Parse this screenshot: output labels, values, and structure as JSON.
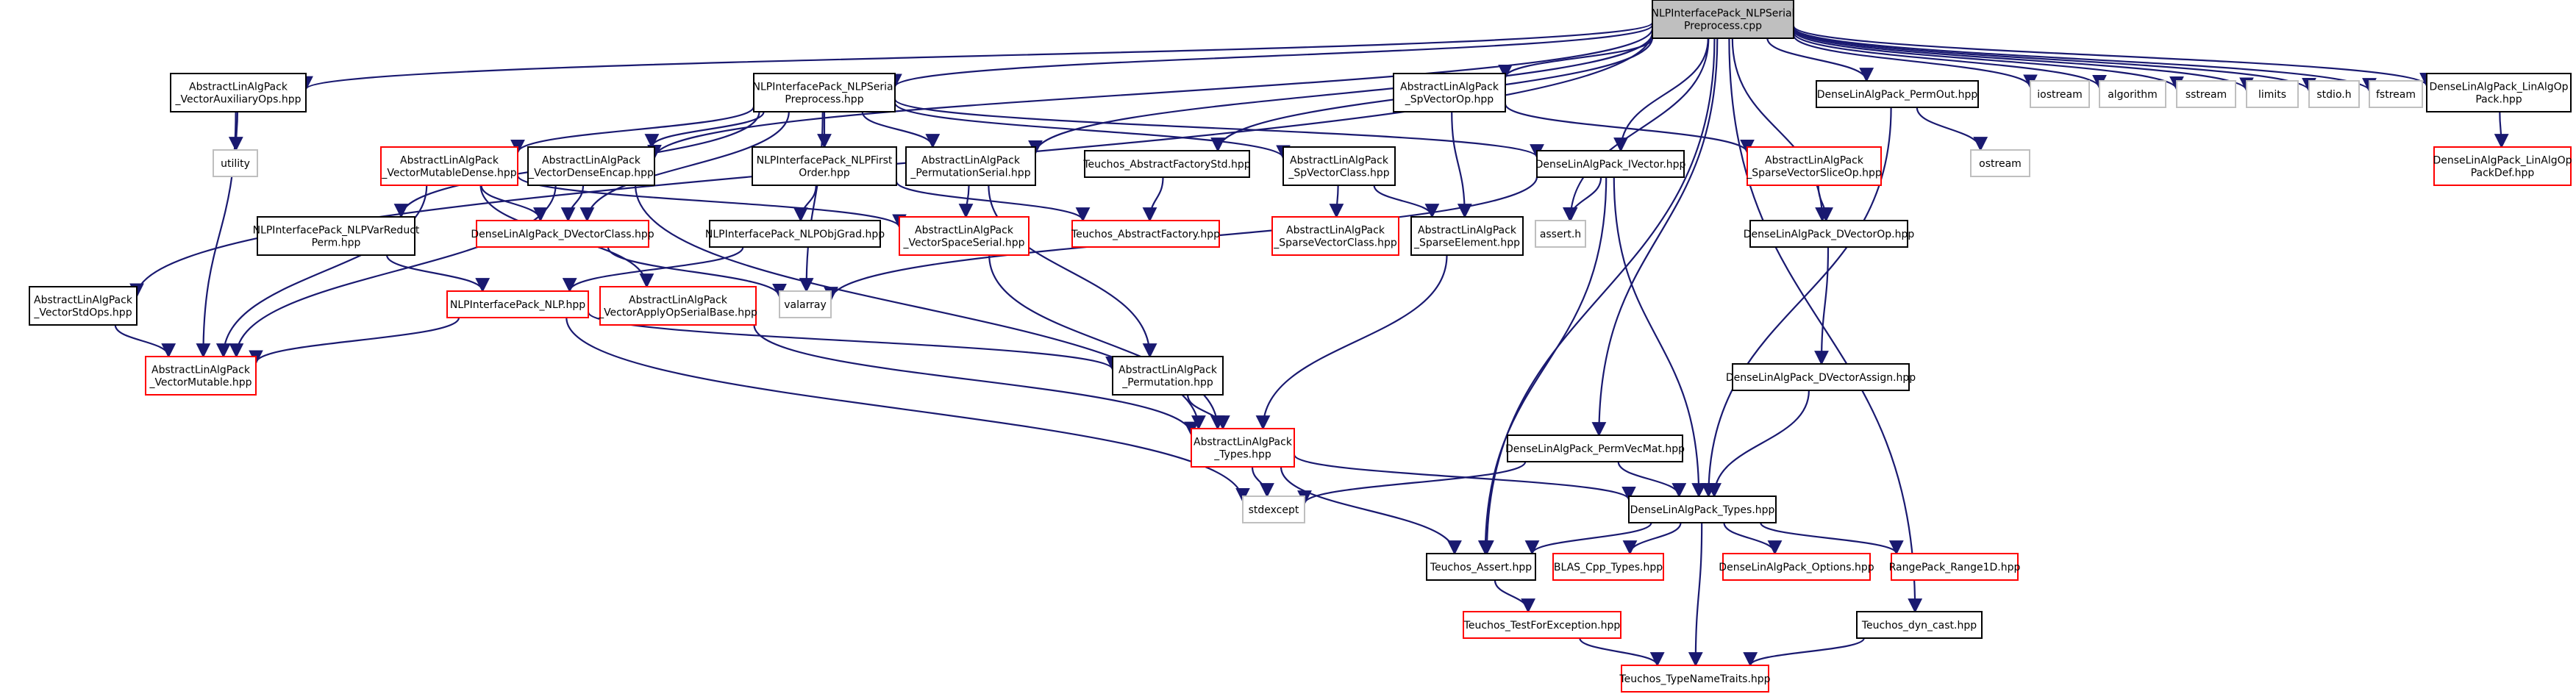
{
  "nodes": [
    {
      "id": "root",
      "lines": [
        "NLPInterfacePack_NLPSerial",
        "Preprocess.cpp"
      ],
      "style": "root"
    },
    {
      "id": "auxops",
      "lines": [
        "AbstractLinAlgPack",
        "_VectorAuxiliaryOps.hpp"
      ],
      "style": "black"
    },
    {
      "id": "serialhpp",
      "lines": [
        "NLPInterfacePack_NLPSerial",
        "Preprocess.hpp"
      ],
      "style": "black"
    },
    {
      "id": "spvecop",
      "lines": [
        "AbstractLinAlgPack",
        "_SpVectorOp.hpp"
      ],
      "style": "black"
    },
    {
      "id": "permout",
      "lines": [
        "DenseLinAlgPack_PermOut.hpp"
      ],
      "style": "black"
    },
    {
      "id": "iostream",
      "lines": [
        "iostream"
      ],
      "style": "grey"
    },
    {
      "id": "algorithm",
      "lines": [
        "algorithm"
      ],
      "style": "grey"
    },
    {
      "id": "sstream",
      "lines": [
        "sstream"
      ],
      "style": "grey"
    },
    {
      "id": "limits",
      "lines": [
        "limits"
      ],
      "style": "grey"
    },
    {
      "id": "stdio",
      "lines": [
        "stdio.h"
      ],
      "style": "grey"
    },
    {
      "id": "fstream",
      "lines": [
        "fstream"
      ],
      "style": "grey"
    },
    {
      "id": "linalgop",
      "lines": [
        "DenseLinAlgPack_LinAlgOp",
        "Pack.hpp"
      ],
      "style": "black"
    },
    {
      "id": "utility",
      "lines": [
        "utility"
      ],
      "style": "grey"
    },
    {
      "id": "ostream",
      "lines": [
        "ostream"
      ],
      "style": "grey"
    },
    {
      "id": "linalgopdef",
      "lines": [
        "DenseLinAlgPack_LinAlgOp",
        "PackDef.hpp"
      ],
      "style": "red"
    },
    {
      "id": "vmutdense",
      "lines": [
        "AbstractLinAlgPack",
        "_VectorMutableDense.hpp"
      ],
      "style": "red"
    },
    {
      "id": "vdenseencap",
      "lines": [
        "AbstractLinAlgPack",
        "_VectorDenseEncap.hpp"
      ],
      "style": "black"
    },
    {
      "id": "nlpfirst",
      "lines": [
        "NLPInterfacePack_NLPFirst",
        "Order.hpp"
      ],
      "style": "black"
    },
    {
      "id": "permserial",
      "lines": [
        "AbstractLinAlgPack",
        "_PermutationSerial.hpp"
      ],
      "style": "black"
    },
    {
      "id": "absfacstd",
      "lines": [
        "Teuchos_AbstractFactoryStd.hpp"
      ],
      "style": "black"
    },
    {
      "id": "spvecclass",
      "lines": [
        "AbstractLinAlgPack",
        "_SpVectorClass.hpp"
      ],
      "style": "black"
    },
    {
      "id": "ivector",
      "lines": [
        "DenseLinAlgPack_IVector.hpp"
      ],
      "style": "black"
    },
    {
      "id": "sparsesliceop",
      "lines": [
        "AbstractLinAlgPack",
        "_SparseVectorSliceOp.hpp"
      ],
      "style": "red"
    },
    {
      "id": "dvectorop",
      "lines": [
        "DenseLinAlgPack_DVectorOp.hpp"
      ],
      "style": "black"
    },
    {
      "id": "nlpvarreduct",
      "lines": [
        "NLPInterfacePack_NLPVarReduct",
        "Perm.hpp"
      ],
      "style": "black"
    },
    {
      "id": "dvectorclass",
      "lines": [
        "DenseLinAlgPack_DVectorClass.hpp"
      ],
      "style": "red"
    },
    {
      "id": "nlpobjgrad",
      "lines": [
        "NLPInterfacePack_NLPObjGrad.hpp"
      ],
      "style": "black"
    },
    {
      "id": "vspaceserial",
      "lines": [
        "AbstractLinAlgPack",
        "_VectorSpaceSerial.hpp"
      ],
      "style": "red"
    },
    {
      "id": "absfactory",
      "lines": [
        "Teuchos_AbstractFactory.hpp"
      ],
      "style": "red"
    },
    {
      "id": "sparsevecclass",
      "lines": [
        "AbstractLinAlgPack",
        "_SparseVectorClass.hpp"
      ],
      "style": "red"
    },
    {
      "id": "sparseelem",
      "lines": [
        "AbstractLinAlgPack",
        "_SparseElement.hpp"
      ],
      "style": "black"
    },
    {
      "id": "asserth",
      "lines": [
        "assert.h"
      ],
      "style": "grey"
    },
    {
      "id": "stdops",
      "lines": [
        "AbstractLinAlgPack",
        "_VectorStdOps.hpp"
      ],
      "style": "black"
    },
    {
      "id": "nlphpp",
      "lines": [
        "NLPInterfacePack_NLP.hpp"
      ],
      "style": "red"
    },
    {
      "id": "applyop",
      "lines": [
        "AbstractLinAlgPack",
        "_VectorApplyOpSerialBase.hpp"
      ],
      "style": "red"
    },
    {
      "id": "valarray",
      "lines": [
        "valarray"
      ],
      "style": "grey"
    },
    {
      "id": "vmutable",
      "lines": [
        "AbstractLinAlgPack",
        "_VectorMutable.hpp"
      ],
      "style": "red"
    },
    {
      "id": "permutation",
      "lines": [
        "AbstractLinAlgPack",
        "_Permutation.hpp"
      ],
      "style": "black"
    },
    {
      "id": "dvassign",
      "lines": [
        "DenseLinAlgPack_DVectorAssign.hpp"
      ],
      "style": "black"
    },
    {
      "id": "types",
      "lines": [
        "AbstractLinAlgPack",
        "_Types.hpp"
      ],
      "style": "red"
    },
    {
      "id": "permvecmat",
      "lines": [
        "DenseLinAlgPack_PermVecMat.hpp"
      ],
      "style": "black"
    },
    {
      "id": "stdexcept",
      "lines": [
        "stdexcept"
      ],
      "style": "grey"
    },
    {
      "id": "dltypes",
      "lines": [
        "DenseLinAlgPack_Types.hpp"
      ],
      "style": "black"
    },
    {
      "id": "tassert",
      "lines": [
        "Teuchos_Assert.hpp"
      ],
      "style": "black"
    },
    {
      "id": "blas",
      "lines": [
        "BLAS_Cpp_Types.hpp"
      ],
      "style": "red"
    },
    {
      "id": "dloptions",
      "lines": [
        "DenseLinAlgPack_Options.hpp"
      ],
      "style": "red"
    },
    {
      "id": "range1d",
      "lines": [
        "RangePack_Range1D.hpp"
      ],
      "style": "red"
    },
    {
      "id": "testexc",
      "lines": [
        "Teuchos_TestForException.hpp"
      ],
      "style": "red"
    },
    {
      "id": "dyncast",
      "lines": [
        "Teuchos_dyn_cast.hpp"
      ],
      "style": "black"
    },
    {
      "id": "typenametraits",
      "lines": [
        "Teuchos_TypeNameTraits.hpp"
      ],
      "style": "red"
    }
  ],
  "edges": [
    [
      "root",
      "auxops"
    ],
    [
      "root",
      "serialhpp"
    ],
    [
      "root",
      "spvecop"
    ],
    [
      "root",
      "permout"
    ],
    [
      "root",
      "iostream"
    ],
    [
      "root",
      "algorithm"
    ],
    [
      "root",
      "sstream"
    ],
    [
      "root",
      "limits"
    ],
    [
      "root",
      "stdio"
    ],
    [
      "root",
      "fstream"
    ],
    [
      "root",
      "linalgop"
    ],
    [
      "root",
      "ivector"
    ],
    [
      "root",
      "asserth"
    ],
    [
      "root",
      "dvectorop"
    ],
    [
      "root",
      "permvecmat"
    ],
    [
      "root",
      "absfacstd"
    ],
    [
      "root",
      "stdops"
    ],
    [
      "root",
      "tassert"
    ],
    [
      "root",
      "dyncast"
    ],
    [
      "root",
      "permserial"
    ],
    [
      "root",
      "vdenseencap"
    ],
    [
      "auxops",
      "utility"
    ],
    [
      "auxops",
      "vmutable"
    ],
    [
      "serialhpp",
      "vmutdense"
    ],
    [
      "serialhpp",
      "vdenseencap"
    ],
    [
      "serialhpp",
      "nlpfirst"
    ],
    [
      "serialhpp",
      "permserial"
    ],
    [
      "serialhpp",
      "spvecclass"
    ],
    [
      "serialhpp",
      "ivector"
    ],
    [
      "serialhpp",
      "nlpvarreduct"
    ],
    [
      "serialhpp",
      "dvectorclass"
    ],
    [
      "serialhpp",
      "valarray"
    ],
    [
      "spvecop",
      "sparsesliceop"
    ],
    [
      "spvecop",
      "sparseelem"
    ],
    [
      "permout",
      "ostream"
    ],
    [
      "permout",
      "dltypes"
    ],
    [
      "linalgop",
      "linalgopdef"
    ],
    [
      "vmutdense",
      "dvectorclass"
    ],
    [
      "vmutdense",
      "vspaceserial"
    ],
    [
      "vmutdense",
      "vmutable"
    ],
    [
      "vmutdense",
      "applyop"
    ],
    [
      "vdenseencap",
      "dvectorclass"
    ],
    [
      "vdenseencap",
      "vmutable"
    ],
    [
      "vdenseencap",
      "types"
    ],
    [
      "nlpfirst",
      "nlpobjgrad"
    ],
    [
      "nlpfirst",
      "absfactory"
    ],
    [
      "permserial",
      "vspaceserial"
    ],
    [
      "permserial",
      "permutation"
    ],
    [
      "absfacstd",
      "absfactory"
    ],
    [
      "spvecclass",
      "sparsevecclass"
    ],
    [
      "spvecclass",
      "sparseelem"
    ],
    [
      "ivector",
      "asserth"
    ],
    [
      "ivector",
      "valarray"
    ],
    [
      "ivector",
      "dltypes"
    ],
    [
      "ivector",
      "tassert"
    ],
    [
      "sparsesliceop",
      "dvectorop"
    ],
    [
      "dvectorop",
      "dvassign"
    ],
    [
      "nlpvarreduct",
      "nlphpp"
    ],
    [
      "dvectorclass",
      "valarray"
    ],
    [
      "nlpobjgrad",
      "nlphpp"
    ],
    [
      "vspaceserial",
      "types"
    ],
    [
      "sparseelem",
      "types"
    ],
    [
      "stdops",
      "vmutable"
    ],
    [
      "nlphpp",
      "vmutable"
    ],
    [
      "nlphpp",
      "permutation"
    ],
    [
      "nlphpp",
      "stdexcept"
    ],
    [
      "applyop",
      "types"
    ],
    [
      "permutation",
      "types"
    ],
    [
      "dvassign",
      "dltypes"
    ],
    [
      "types",
      "stdexcept"
    ],
    [
      "types",
      "dltypes"
    ],
    [
      "types",
      "tassert"
    ],
    [
      "permvecmat",
      "dltypes"
    ],
    [
      "permvecmat",
      "stdexcept"
    ],
    [
      "dltypes",
      "tassert"
    ],
    [
      "dltypes",
      "blas"
    ],
    [
      "dltypes",
      "dloptions"
    ],
    [
      "dltypes",
      "range1d"
    ],
    [
      "dltypes",
      "typenametraits"
    ],
    [
      "tassert",
      "testexc"
    ],
    [
      "testexc",
      "typenametraits"
    ],
    [
      "dyncast",
      "typenametraits"
    ]
  ]
}
